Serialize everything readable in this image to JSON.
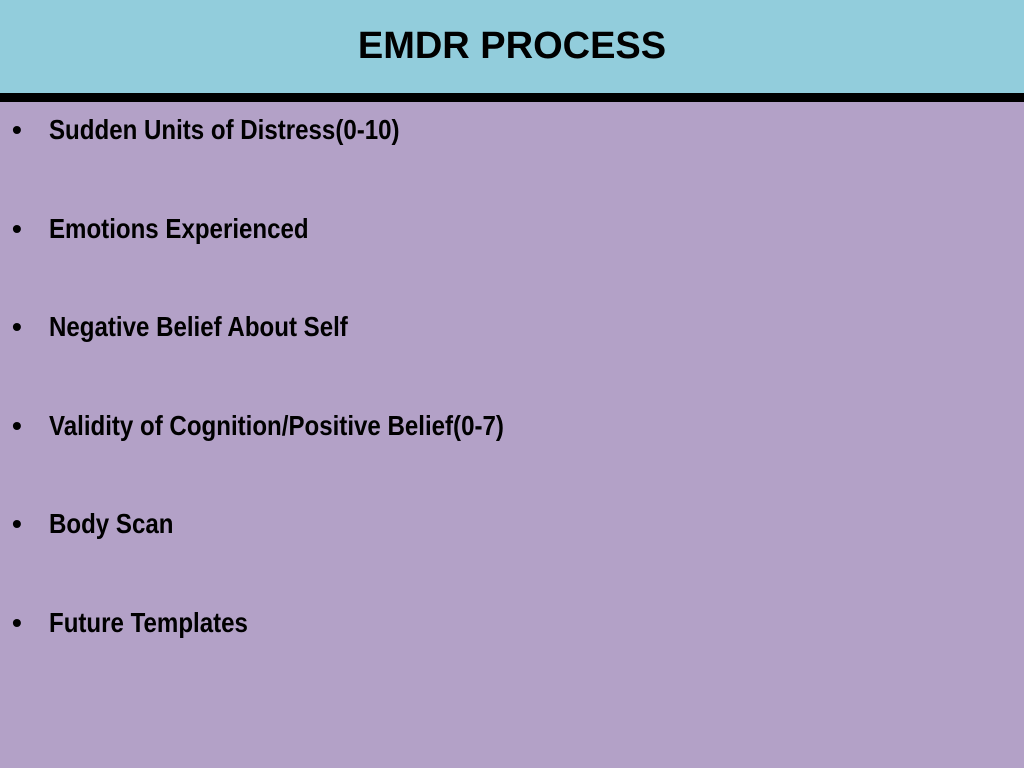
{
  "slide": {
    "title": "EMDR PROCESS",
    "bullet_symbol": "•",
    "items": [
      {
        "text": "Sudden Units of Distress(0-10)"
      },
      {
        "text": "Emotions Experienced"
      },
      {
        "text": "Negative Belief About Self"
      },
      {
        "text": "Validity of Cognition/Positive Belief(0-7)"
      },
      {
        "text": "Body Scan"
      },
      {
        "text": "Future Templates"
      }
    ]
  },
  "colors": {
    "title_band": "#92cddc",
    "divider": "#000000",
    "background": "#b3a1c7",
    "text": "#000000"
  }
}
